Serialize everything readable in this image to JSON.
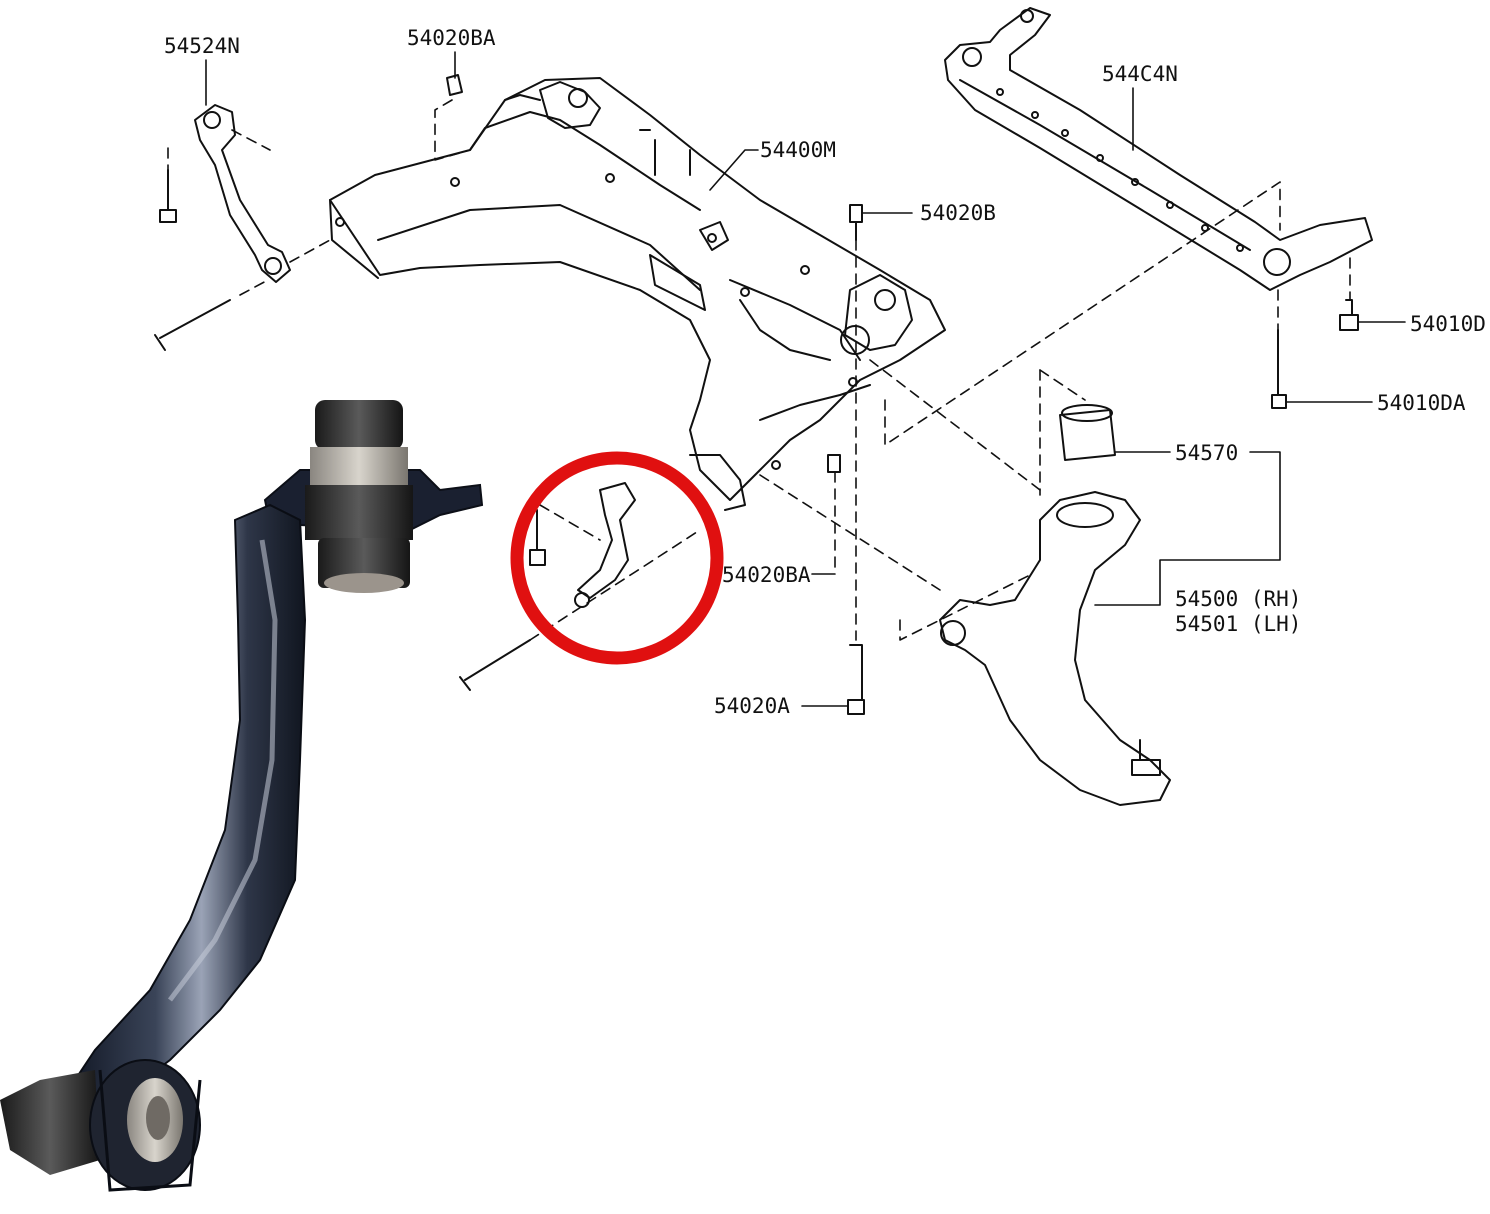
{
  "labels": {
    "p54524N": "54524N",
    "p54020BA_top": "54020BA",
    "p544C4N": "544C4N",
    "p54400M": "54400M",
    "p54020B": "54020B",
    "p54010D": "54010D",
    "p54010DA": "54010DA",
    "p54570": "54570",
    "p54020BA_mid": "54020BA",
    "p54500": "54500 (RH)",
    "p54501": "54501 (LH)",
    "p54020A": "54020A"
  },
  "colors": {
    "line": "#111111",
    "highlight": "#e01010",
    "arm_dark": "#1c2233",
    "arm_mid": "#3a4256",
    "arm_light": "#8a93a8",
    "bushing": "#2a2a2a",
    "bushing_sleeve": "#b9b5ad"
  }
}
